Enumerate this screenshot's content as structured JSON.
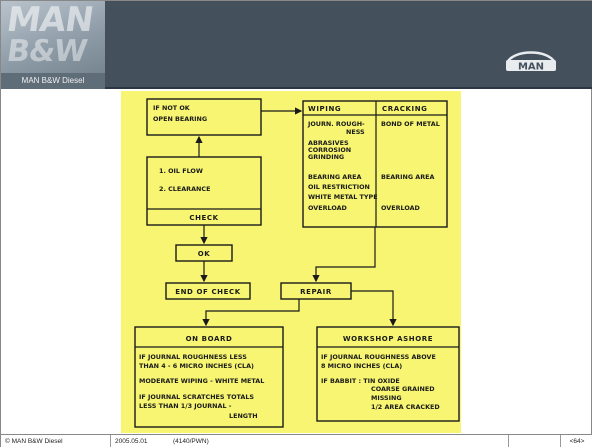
{
  "header": {
    "logo_line1": "MAN",
    "logo_line2": "B&W",
    "logo_caption": "MAN B&W Diesel",
    "badge_text": "MAN",
    "accent_color": "#44515d"
  },
  "diagram": {
    "background": "#f7f572",
    "if_not_ok": [
      "IF NOT OK",
      "OPEN BEARING"
    ],
    "check_items": [
      "1.   OIL FLOW",
      "2.   CLEARANCE"
    ],
    "check_label": "CHECK",
    "ok_label": "OK",
    "end_of_check_label": "END OF CHECK",
    "repair_label": "REPAIR",
    "wiping": {
      "title": "WIPING",
      "lines": [
        "JOURN. ROUGH-",
        "NESS",
        "ABRASIVES",
        "CORROSION",
        "GRINDING",
        "BEARING AREA",
        "OIL RESTRICTION",
        "WHITE METAL TYPE",
        "OVERLOAD"
      ]
    },
    "cracking": {
      "title": "CRACKING",
      "lines": [
        "BOND OF METAL",
        "BEARING AREA",
        "OVERLOAD"
      ]
    },
    "on_board": {
      "title": "ON   BOARD",
      "lines": [
        "IF JOURNAL ROUGHNESS LESS",
        "THAN  4 - 6 MICRO INCHES (CLA)",
        "MODERATE WIPING - WHITE METAL",
        "IF  JOURNAL SCRATCHES TOTALS",
        "LESS THAN 1/3 JOURNAL -",
        "LENGTH"
      ]
    },
    "workshop": {
      "title": "WORKSHOP ASHORE",
      "lines": [
        "IF  JOURNAL ROUGHNESS ABOVE",
        "8  MICRO INCHES (CLA)",
        "IF  BABBIT   : TIN OXIDE",
        "COARSE GRAINED",
        "MISSING",
        "1/2 AREA CRACKED"
      ]
    }
  },
  "footer": {
    "company": "© MAN B&W Diesel",
    "date": "2005.05.01",
    "ref": "(4140/PWN)",
    "page": "<64>"
  }
}
